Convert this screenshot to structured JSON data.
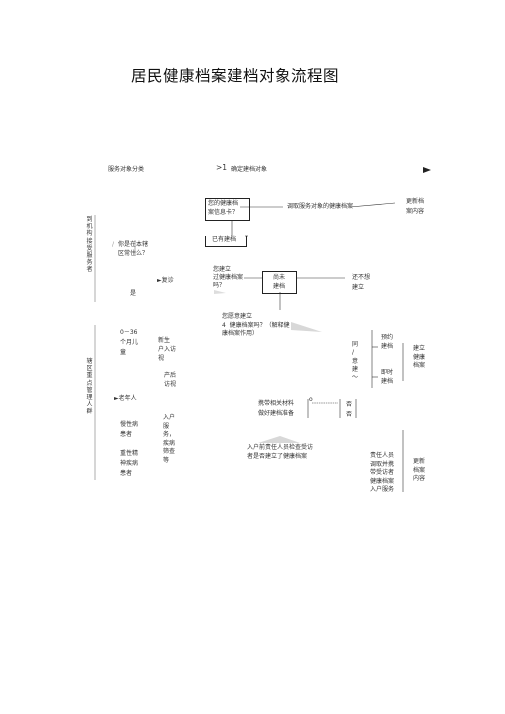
{
  "title": "居民健康档案建档对象流程图",
  "header": {
    "service_category": "服务对象分类",
    "step_marker": ">1",
    "step_label": "确定建档对象",
    "right_arrow": "►"
  },
  "left_side": {
    "group1_vertical": "到机构接受服务者",
    "group2_vertical": "辖区重点管理人群",
    "question_local": "你是在本辖\n区常住么？",
    "q_prefix": "/",
    "treat_label": "►复诊",
    "yes_label": "是",
    "children_label": "0－36\n个月儿\n童",
    "newborn_label": "新生\n户入访\n视",
    "postpartum_label": "产后\n访视",
    "elderly_label": "►老年人",
    "chronic_label": "慢性病\n患者",
    "home_service_label": "入户\n服\n务，\n疾病\n筛查\n等",
    "mental_label": "重性精\n神疾病\n患者"
  },
  "center": {
    "health_card_q": "您的健康档\n案信息卡？",
    "retrieve_label": "调取服务对象的健康档案",
    "update_label": "更新档\n案内容",
    "already_label": "已有建档",
    "built_q": "您建立\n过健康档案\n吗？",
    "not_built_box": "尚未\n建档",
    "not_want_label": "还不想\n建立",
    "suggest_label": "您愿意建立\n4  健康档案吗？（解释健\n康档案作用）",
    "agree_label": "同\n/\n意\n建\n～",
    "appoint_label": "预约\n建档",
    "instant_label": "即时\n建档",
    "establish_label": "建立\n健康\n档案",
    "carry_label": "携带相关材料\n做好建档准备",
    "rec_label": "o",
    "no_label": "否\n否",
    "home_check_label": "入户前责任人员检查受访\n者是否建立了健康档案",
    "responsible_label": "责任人员\n调取并携\n带受访者\n健康档案\n入户服务",
    "update2_label": "更新\n档案\n内容"
  }
}
